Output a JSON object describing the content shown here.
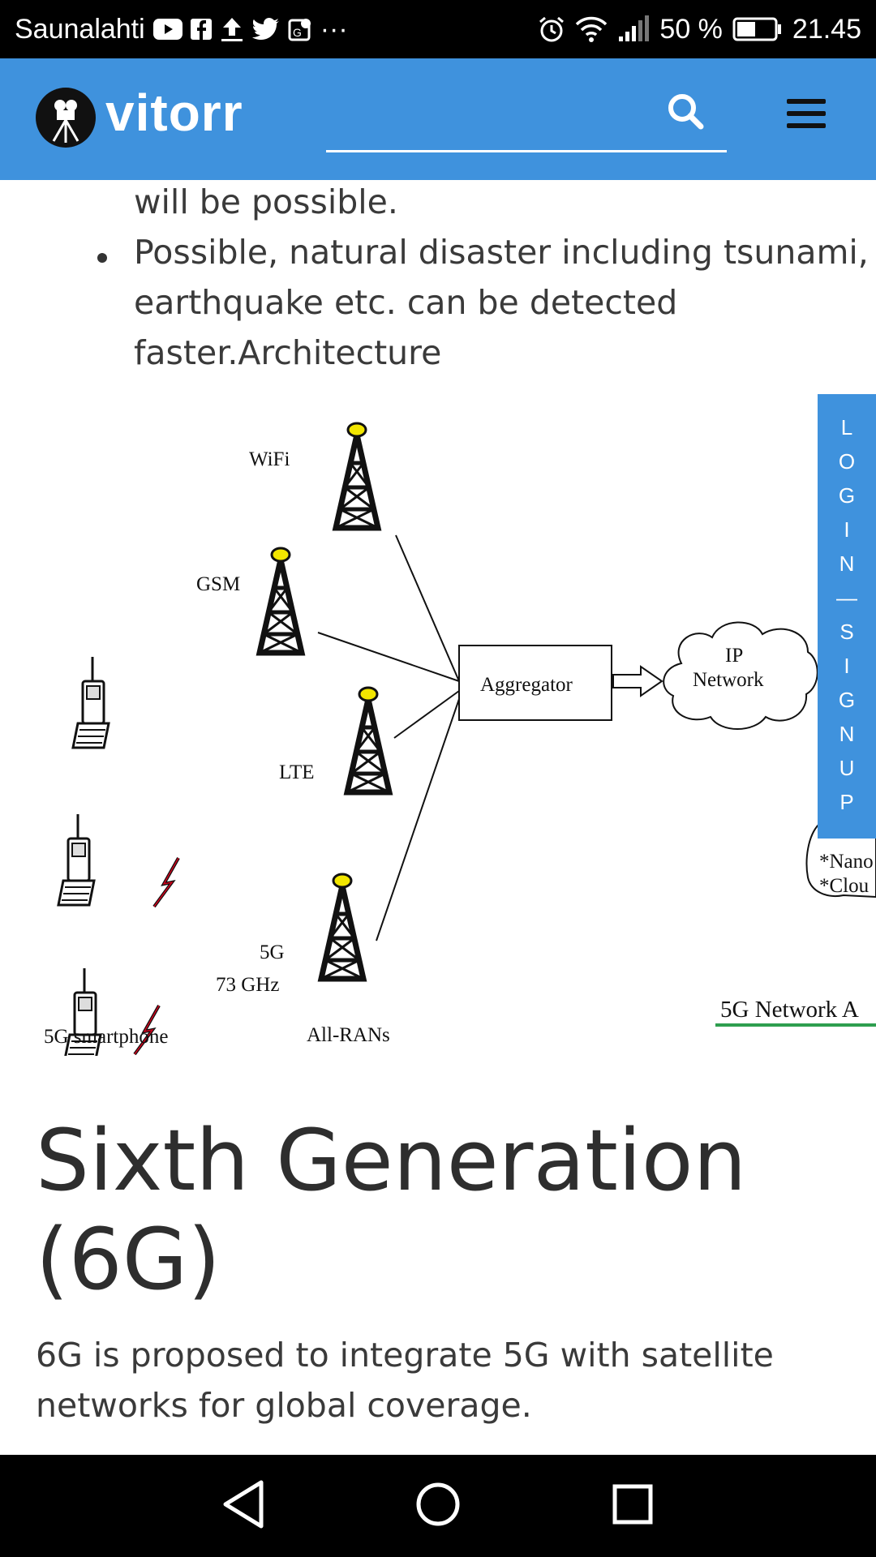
{
  "status_bar": {
    "carrier": "Saunalahti",
    "more": "···",
    "battery": "50 %",
    "time": "21.45"
  },
  "app_bar": {
    "brand": "vitorr",
    "search_placeholder": ""
  },
  "article": {
    "bullet_continuation": "will be possible.",
    "bullet_text_lines": [
      "Possible, natural disaster including tsunami,",
      "earthquake etc. can be detected",
      "faster.Architecture"
    ],
    "diagram": {
      "labels": {
        "wifi": "WiFi",
        "gsm": "GSM",
        "lte": "LTE",
        "fiveg": "5G",
        "ghz": "73 GHz",
        "smartphone": "5G smartphone",
        "all_rans": "All-RANs",
        "aggregator": "Aggregator",
        "ip": "IP",
        "network": "Network",
        "nano": "*Nano",
        "cloud": "*Clou",
        "caption": "5G Network A"
      }
    },
    "heading": "Sixth Generation (6G)",
    "paragraph": "6G is proposed to integrate 5G with satellite networks for global coverage."
  },
  "login_tab": {
    "letters": [
      "L",
      "O",
      "G",
      "I",
      "N",
      "—",
      "S",
      "I",
      "G",
      "N",
      "U",
      "P"
    ]
  },
  "colors": {
    "accent": "#3f92dd",
    "status_bar": "#000000",
    "text": "#3a3a3a",
    "caption_underline": "#2e9e4f"
  }
}
